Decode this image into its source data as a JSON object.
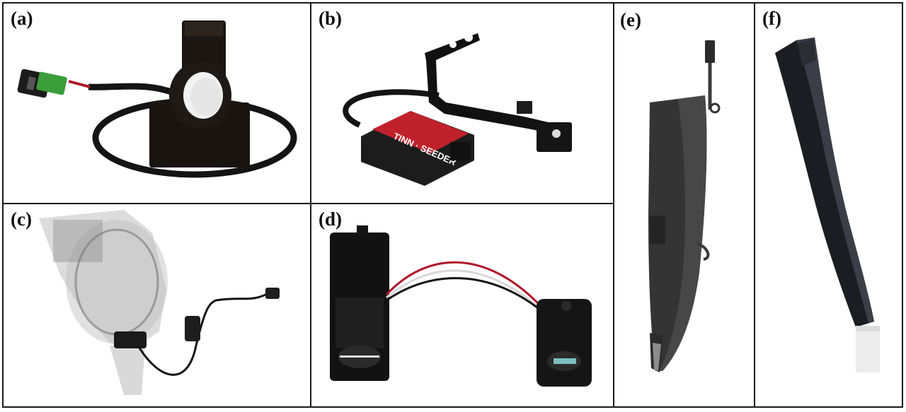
{
  "figure": {
    "panels": [
      {
        "id": "a",
        "label": "(a)"
      },
      {
        "id": "b",
        "label": "(b)"
      },
      {
        "id": "c",
        "label": "(c)"
      },
      {
        "id": "d",
        "label": "(d)"
      },
      {
        "id": "e",
        "label": "(e)"
      },
      {
        "id": "f",
        "label": "(f)"
      }
    ],
    "sensor_brand_text": "TINN · SEEDER"
  }
}
